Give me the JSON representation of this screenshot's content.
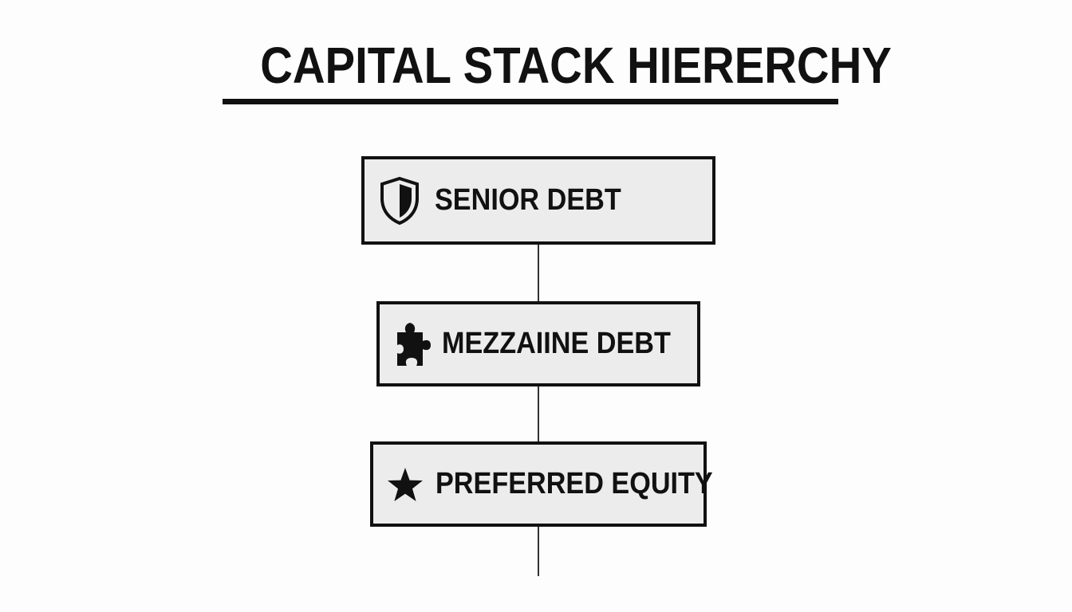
{
  "diagram": {
    "title": "CAPITAL STACK HIERERCHY",
    "tiers": [
      {
        "label": "SENIOR DEBT",
        "icon": "shield-icon"
      },
      {
        "label": "MEZZAIINE DEBT",
        "icon": "puzzle-piece-icon"
      },
      {
        "label": "PREFERRED EQUITY",
        "icon": "star-icon"
      }
    ]
  },
  "colors": {
    "ink": "#111111",
    "box_fill": "#ececec",
    "background": "#fdfdfd"
  }
}
